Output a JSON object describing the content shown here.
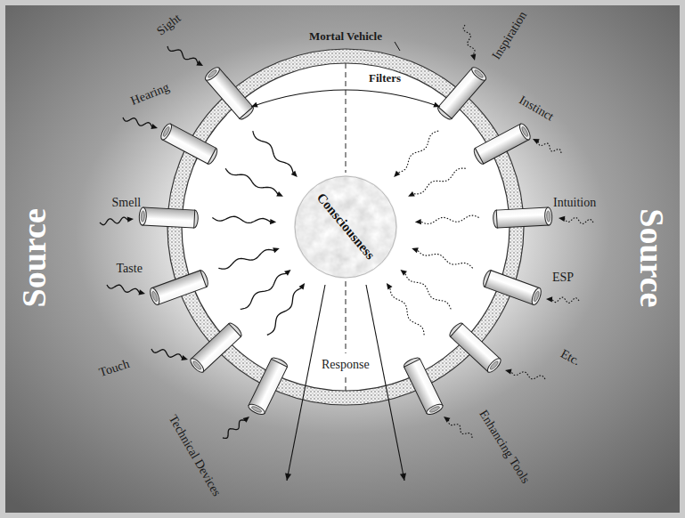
{
  "diagram": {
    "nodes": [
      {
        "text": [
          "Mortal Vehicle"
        ]
      },
      {
        "text": [
          "Consciousness"
        ],
        "in": 0
      }
    ],
    "labels": [
      "Source",
      "Sight",
      "Hearing",
      "Smell",
      "Taste",
      "Touch",
      "Technical Devices",
      "Filters",
      "Inspiration",
      "Instinct",
      "Intuition",
      "ESP",
      "Etc.",
      "Enhancing Tools",
      "Response",
      "Source"
    ]
  }
}
